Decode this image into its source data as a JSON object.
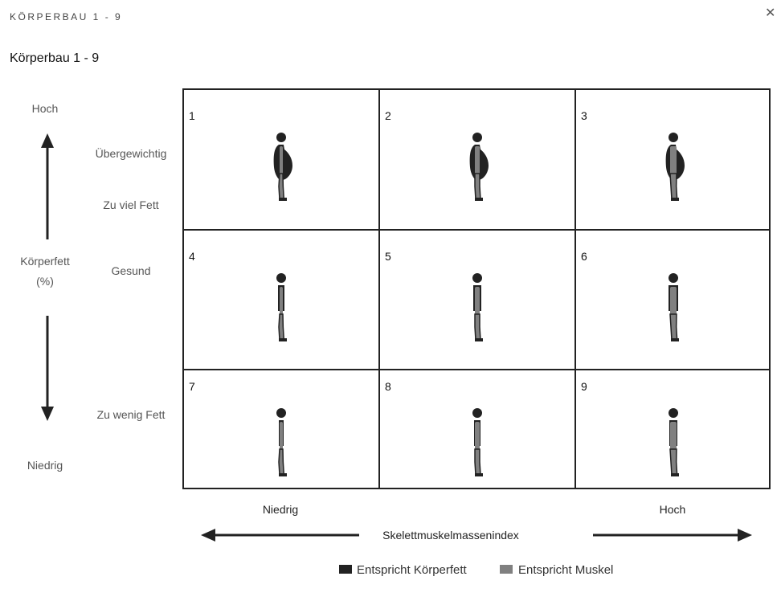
{
  "window": {
    "title": "KÖRPERBAU 1 - 9",
    "close_icon": "close-icon"
  },
  "page_title": "Körperbau 1 - 9",
  "y_axis": {
    "high": "Hoch",
    "low": "Niedrig",
    "label_line1": "Körperfett",
    "label_line2": "(%)",
    "categories": [
      "Übergewichtig",
      "Zu viel Fett",
      "Gesund",
      "Zu wenig Fett"
    ]
  },
  "x_axis": {
    "low": "Niedrig",
    "high": "Hoch",
    "label": "Skelettmuskelmassenindex"
  },
  "cells": [
    {
      "number": "1",
      "belly": "large",
      "fat": "high",
      "muscle": "low"
    },
    {
      "number": "2",
      "belly": "large",
      "fat": "high",
      "muscle": "medium"
    },
    {
      "number": "3",
      "belly": "large",
      "fat": "high",
      "muscle": "high"
    },
    {
      "number": "4",
      "belly": "none",
      "fat": "medium",
      "muscle": "low"
    },
    {
      "number": "5",
      "belly": "none",
      "fat": "medium",
      "muscle": "medium"
    },
    {
      "number": "6",
      "belly": "none",
      "fat": "medium",
      "muscle": "high"
    },
    {
      "number": "7",
      "belly": "none",
      "fat": "low",
      "muscle": "low"
    },
    {
      "number": "8",
      "belly": "none",
      "fat": "low",
      "muscle": "medium"
    },
    {
      "number": "9",
      "belly": "none",
      "fat": "low",
      "muscle": "high"
    }
  ],
  "legend": {
    "fat_label": "Entspricht Körperfett",
    "muscle_label": "Entspricht Muskel"
  },
  "colors": {
    "fat": "#222222",
    "muscle": "#808080",
    "border": "#222222"
  }
}
